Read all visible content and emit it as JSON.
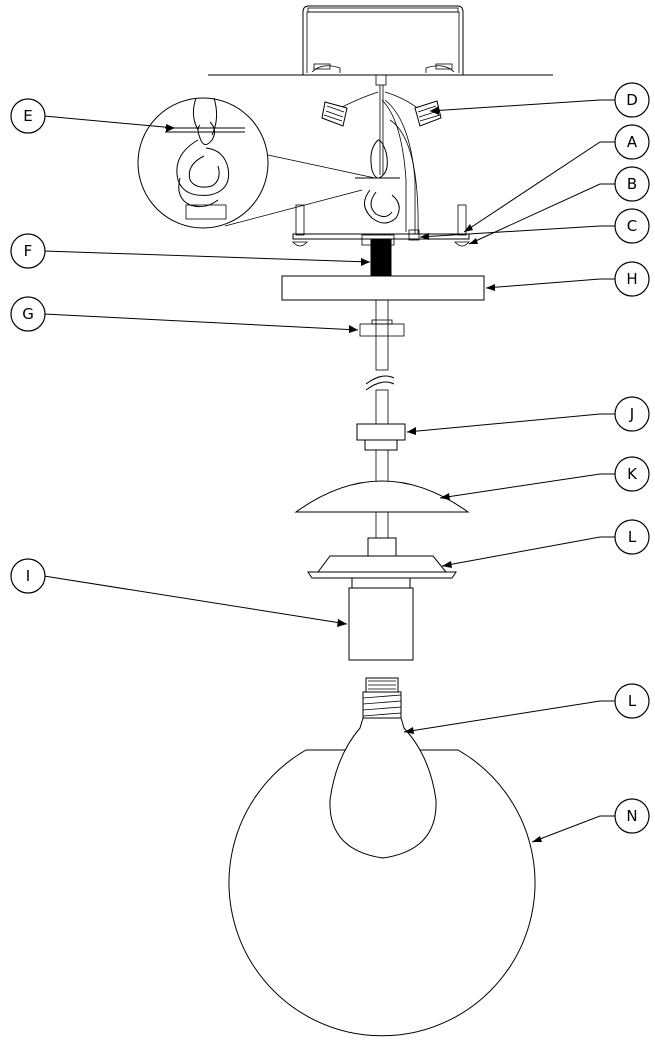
{
  "diagram": {
    "callouts": [
      {
        "id": "E",
        "label": "E"
      },
      {
        "id": "D",
        "label": "D"
      },
      {
        "id": "A",
        "label": "A"
      },
      {
        "id": "B",
        "label": "B"
      },
      {
        "id": "C",
        "label": "C"
      },
      {
        "id": "F",
        "label": "F"
      },
      {
        "id": "H",
        "label": "H"
      },
      {
        "id": "G",
        "label": "G"
      },
      {
        "id": "J",
        "label": "J"
      },
      {
        "id": "K",
        "label": "K"
      },
      {
        "id": "L1",
        "label": "L"
      },
      {
        "id": "I",
        "label": "I"
      },
      {
        "id": "L2",
        "label": "L"
      },
      {
        "id": "N",
        "label": "N"
      }
    ]
  }
}
